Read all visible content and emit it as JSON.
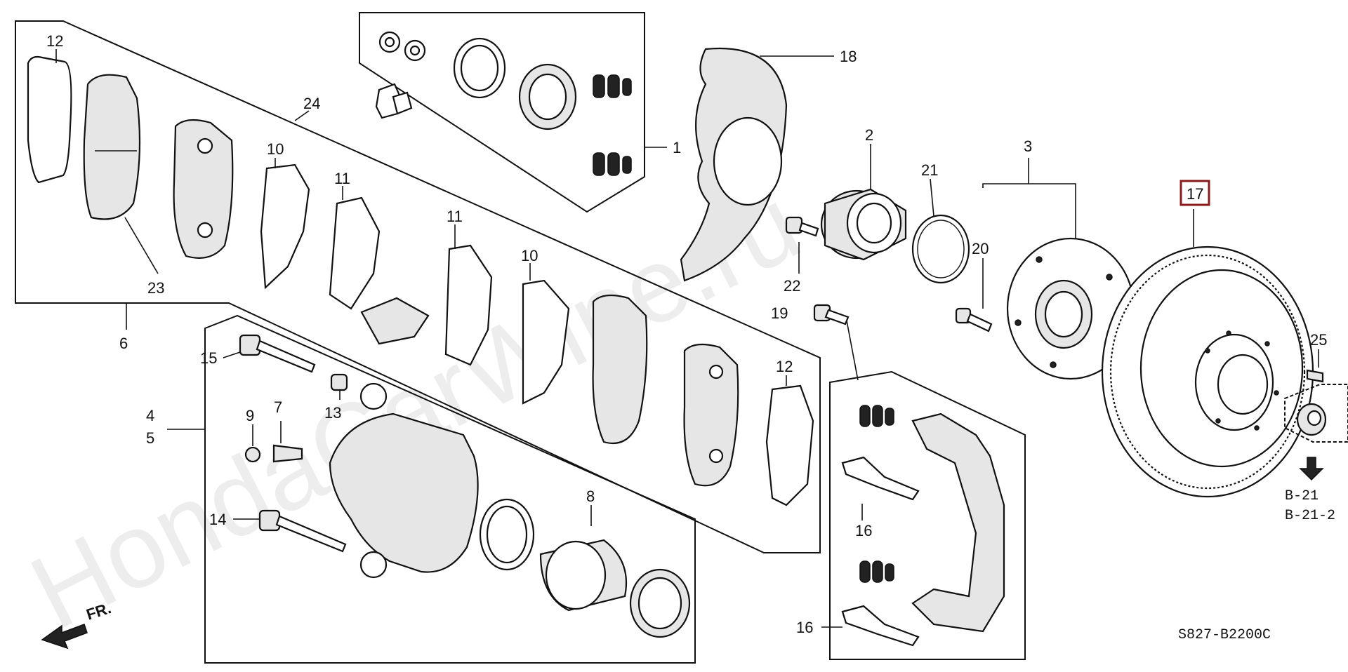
{
  "watermark": "HondaCarWine.ru",
  "diagram_code": "S827-B2200C",
  "direction_label": "FR.",
  "ref_pages": [
    "B-21",
    "B-21-2"
  ],
  "highlight_color": "#8b1a1a",
  "highlighted_part": "17",
  "callouts": {
    "p1": "1",
    "p2": "2",
    "p3": "3",
    "p4": "4",
    "p5": "5",
    "p6": "6",
    "p7": "7",
    "p8": "8",
    "p9": "9",
    "p10a": "10",
    "p10b": "10",
    "p11a": "11",
    "p11b": "11",
    "p12a": "12",
    "p12b": "12",
    "p13": "13",
    "p14": "14",
    "p15": "15",
    "p16a": "16",
    "p16b": "16",
    "p17": "17",
    "p18": "18",
    "p19": "19",
    "p20": "20",
    "p21": "21",
    "p22": "22",
    "p23": "23",
    "p24": "24",
    "p25": "25"
  }
}
